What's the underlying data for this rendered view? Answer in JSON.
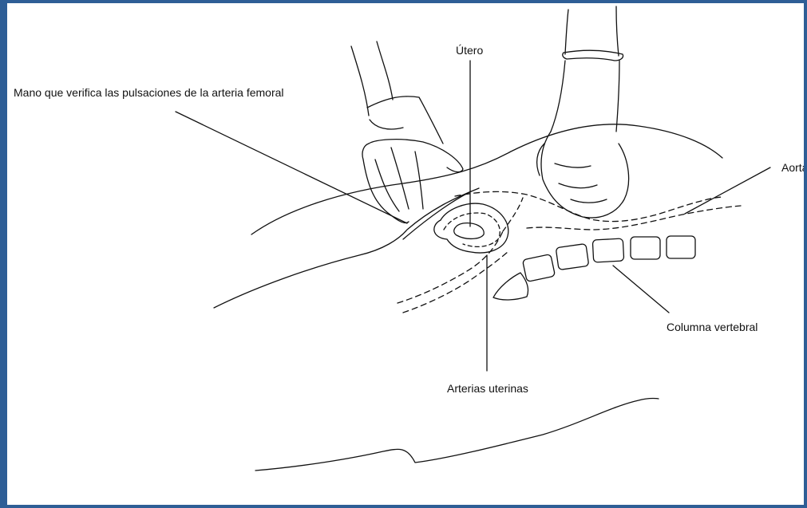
{
  "diagram": {
    "labels": {
      "utero": "Útero",
      "mano": "Mano que verifica las pulsaciones de la arteria femoral",
      "aorta": "Aorta",
      "columna": "Columna vertebral",
      "arterias": "Arterias uterinas"
    },
    "colors": {
      "frame": "#2e5e96",
      "ink": "#111111",
      "background": "#ffffff"
    }
  }
}
